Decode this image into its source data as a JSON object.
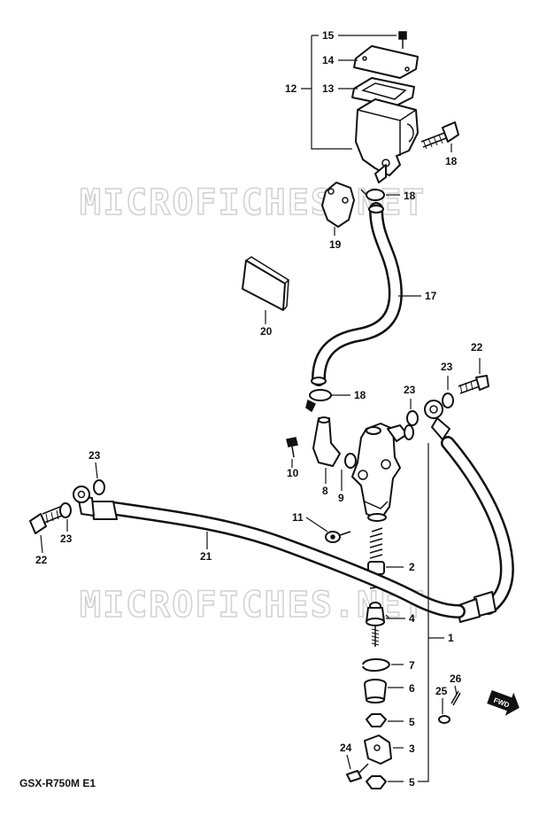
{
  "watermark": "MICROFICHES.NET",
  "model_label": "GSX-R750M E1",
  "front_badge": "FWD",
  "callouts": {
    "c1": "1",
    "c2": "2",
    "c3": "3",
    "c4": "4",
    "c5a": "5",
    "c5b": "5",
    "c6": "6",
    "c7": "7",
    "c8": "8",
    "c9": "9",
    "c10": "10",
    "c11": "11",
    "c12": "12",
    "c13": "13",
    "c14": "14",
    "c15": "15",
    "c17": "17",
    "c18a": "18",
    "c18b": "18",
    "c18c": "18",
    "c19": "19",
    "c20": "20",
    "c21": "21",
    "c22a": "22",
    "c22b": "22",
    "c23a": "23",
    "c23b": "23",
    "c23c": "23",
    "c23d": "23",
    "c24": "24",
    "c25": "25",
    "c26": "26"
  }
}
